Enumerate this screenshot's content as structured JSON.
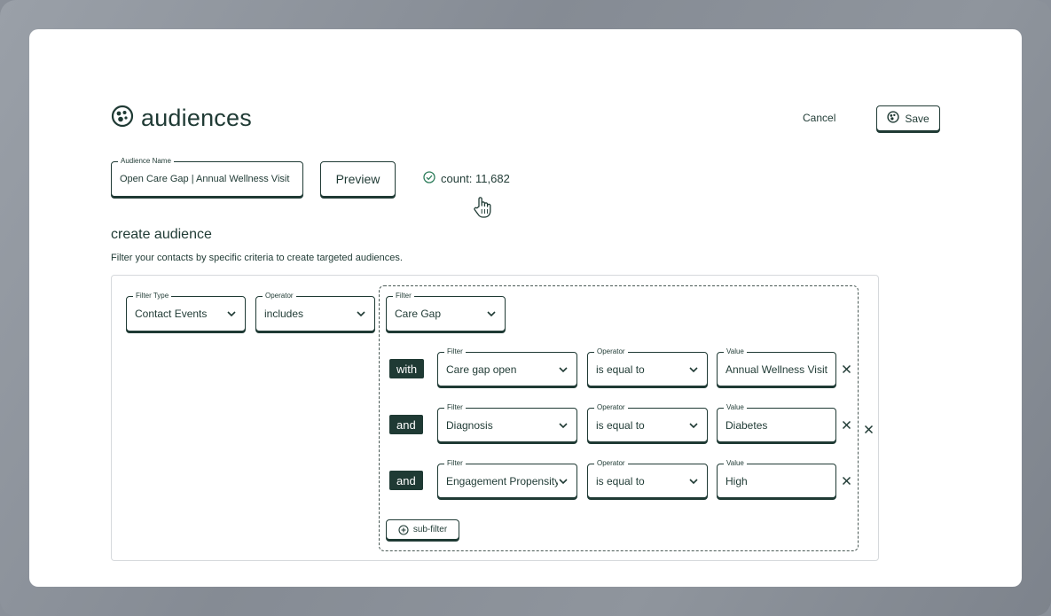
{
  "header": {
    "title": "audiences",
    "cancel_label": "Cancel",
    "save_label": "Save"
  },
  "audience_name": {
    "label": "Audience Name",
    "value": "Open Care Gap | Annual Wellness Visit"
  },
  "preview_label": "Preview",
  "count_text": "count: 11,682",
  "section": {
    "title": "create audience",
    "description": "Filter your contacts by specific criteria to create targeted audiences."
  },
  "top_filters": {
    "filter_type": {
      "label": "Filter Type",
      "value": "Contact Events"
    },
    "operator": {
      "label": "Operator",
      "value": "includes"
    },
    "filter": {
      "label": "Filter",
      "value": "Care Gap"
    }
  },
  "sub_rows": [
    {
      "connector": "with",
      "filter": {
        "label": "Filter",
        "value": "Care gap open"
      },
      "operator": {
        "label": "Operator",
        "value": "is equal to"
      },
      "value": {
        "label": "Value",
        "value": "Annual Wellness Visit"
      }
    },
    {
      "connector": "and",
      "filter": {
        "label": "Filter",
        "value": "Diagnosis"
      },
      "operator": {
        "label": "Operator",
        "value": "is equal to"
      },
      "value": {
        "label": "Value",
        "value": "Diabetes"
      }
    },
    {
      "connector": "and",
      "filter": {
        "label": "Filter",
        "value": "Engagement Propensity"
      },
      "operator": {
        "label": "Operator",
        "value": "is equal to"
      },
      "value": {
        "label": "Value",
        "value": "High"
      }
    }
  ],
  "subfilter_label": "sub-filter",
  "colors": {
    "primary": "#1f3a34",
    "success": "#2e7d5b",
    "background": "#8a9099"
  },
  "icons": {
    "title": "audience-icon",
    "save": "audience-icon",
    "count": "check-circle-icon",
    "remove": "close-icon",
    "add": "plus-circle-icon",
    "dropdown": "chevron-down-icon"
  }
}
